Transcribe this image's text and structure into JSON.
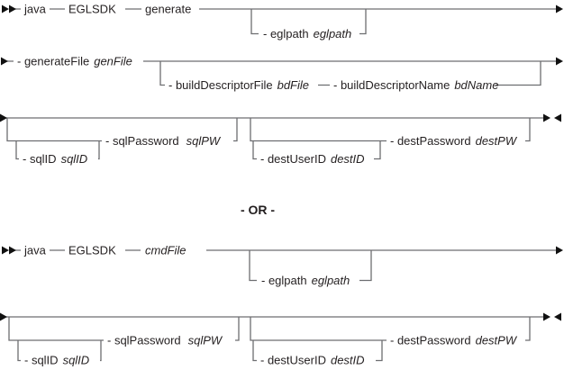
{
  "colors": {
    "line": "#6d6e71",
    "text": "#231f20",
    "arrow": "#111111",
    "background": "#ffffff"
  },
  "tokens": {
    "java": "java",
    "eglsdk": "EGLSDK",
    "generate": "generate",
    "cmdfile_var": "cmdFile",
    "eglpath_kw": "- eglpath",
    "eglpath_var": "eglpath",
    "generatefile_kw": "- generateFile",
    "generatefile_var": "genFile",
    "bdfile_kw": "- buildDescriptorFile",
    "bdfile_var": "bdFile",
    "bdname_kw": "- buildDescriptorName",
    "bdname_var": "bdName",
    "sqlid_kw": "- sqlID",
    "sqlid_var": "sqlID",
    "sqlpw_kw": "- sqlPassword",
    "sqlpw_var": "sqlPW",
    "destuser_kw": "- destUserID",
    "destuser_var": "destID",
    "destpw_kw": "- destPassword",
    "destpw_var": "destPW"
  },
  "separator": {
    "or_label": "- OR -"
  }
}
